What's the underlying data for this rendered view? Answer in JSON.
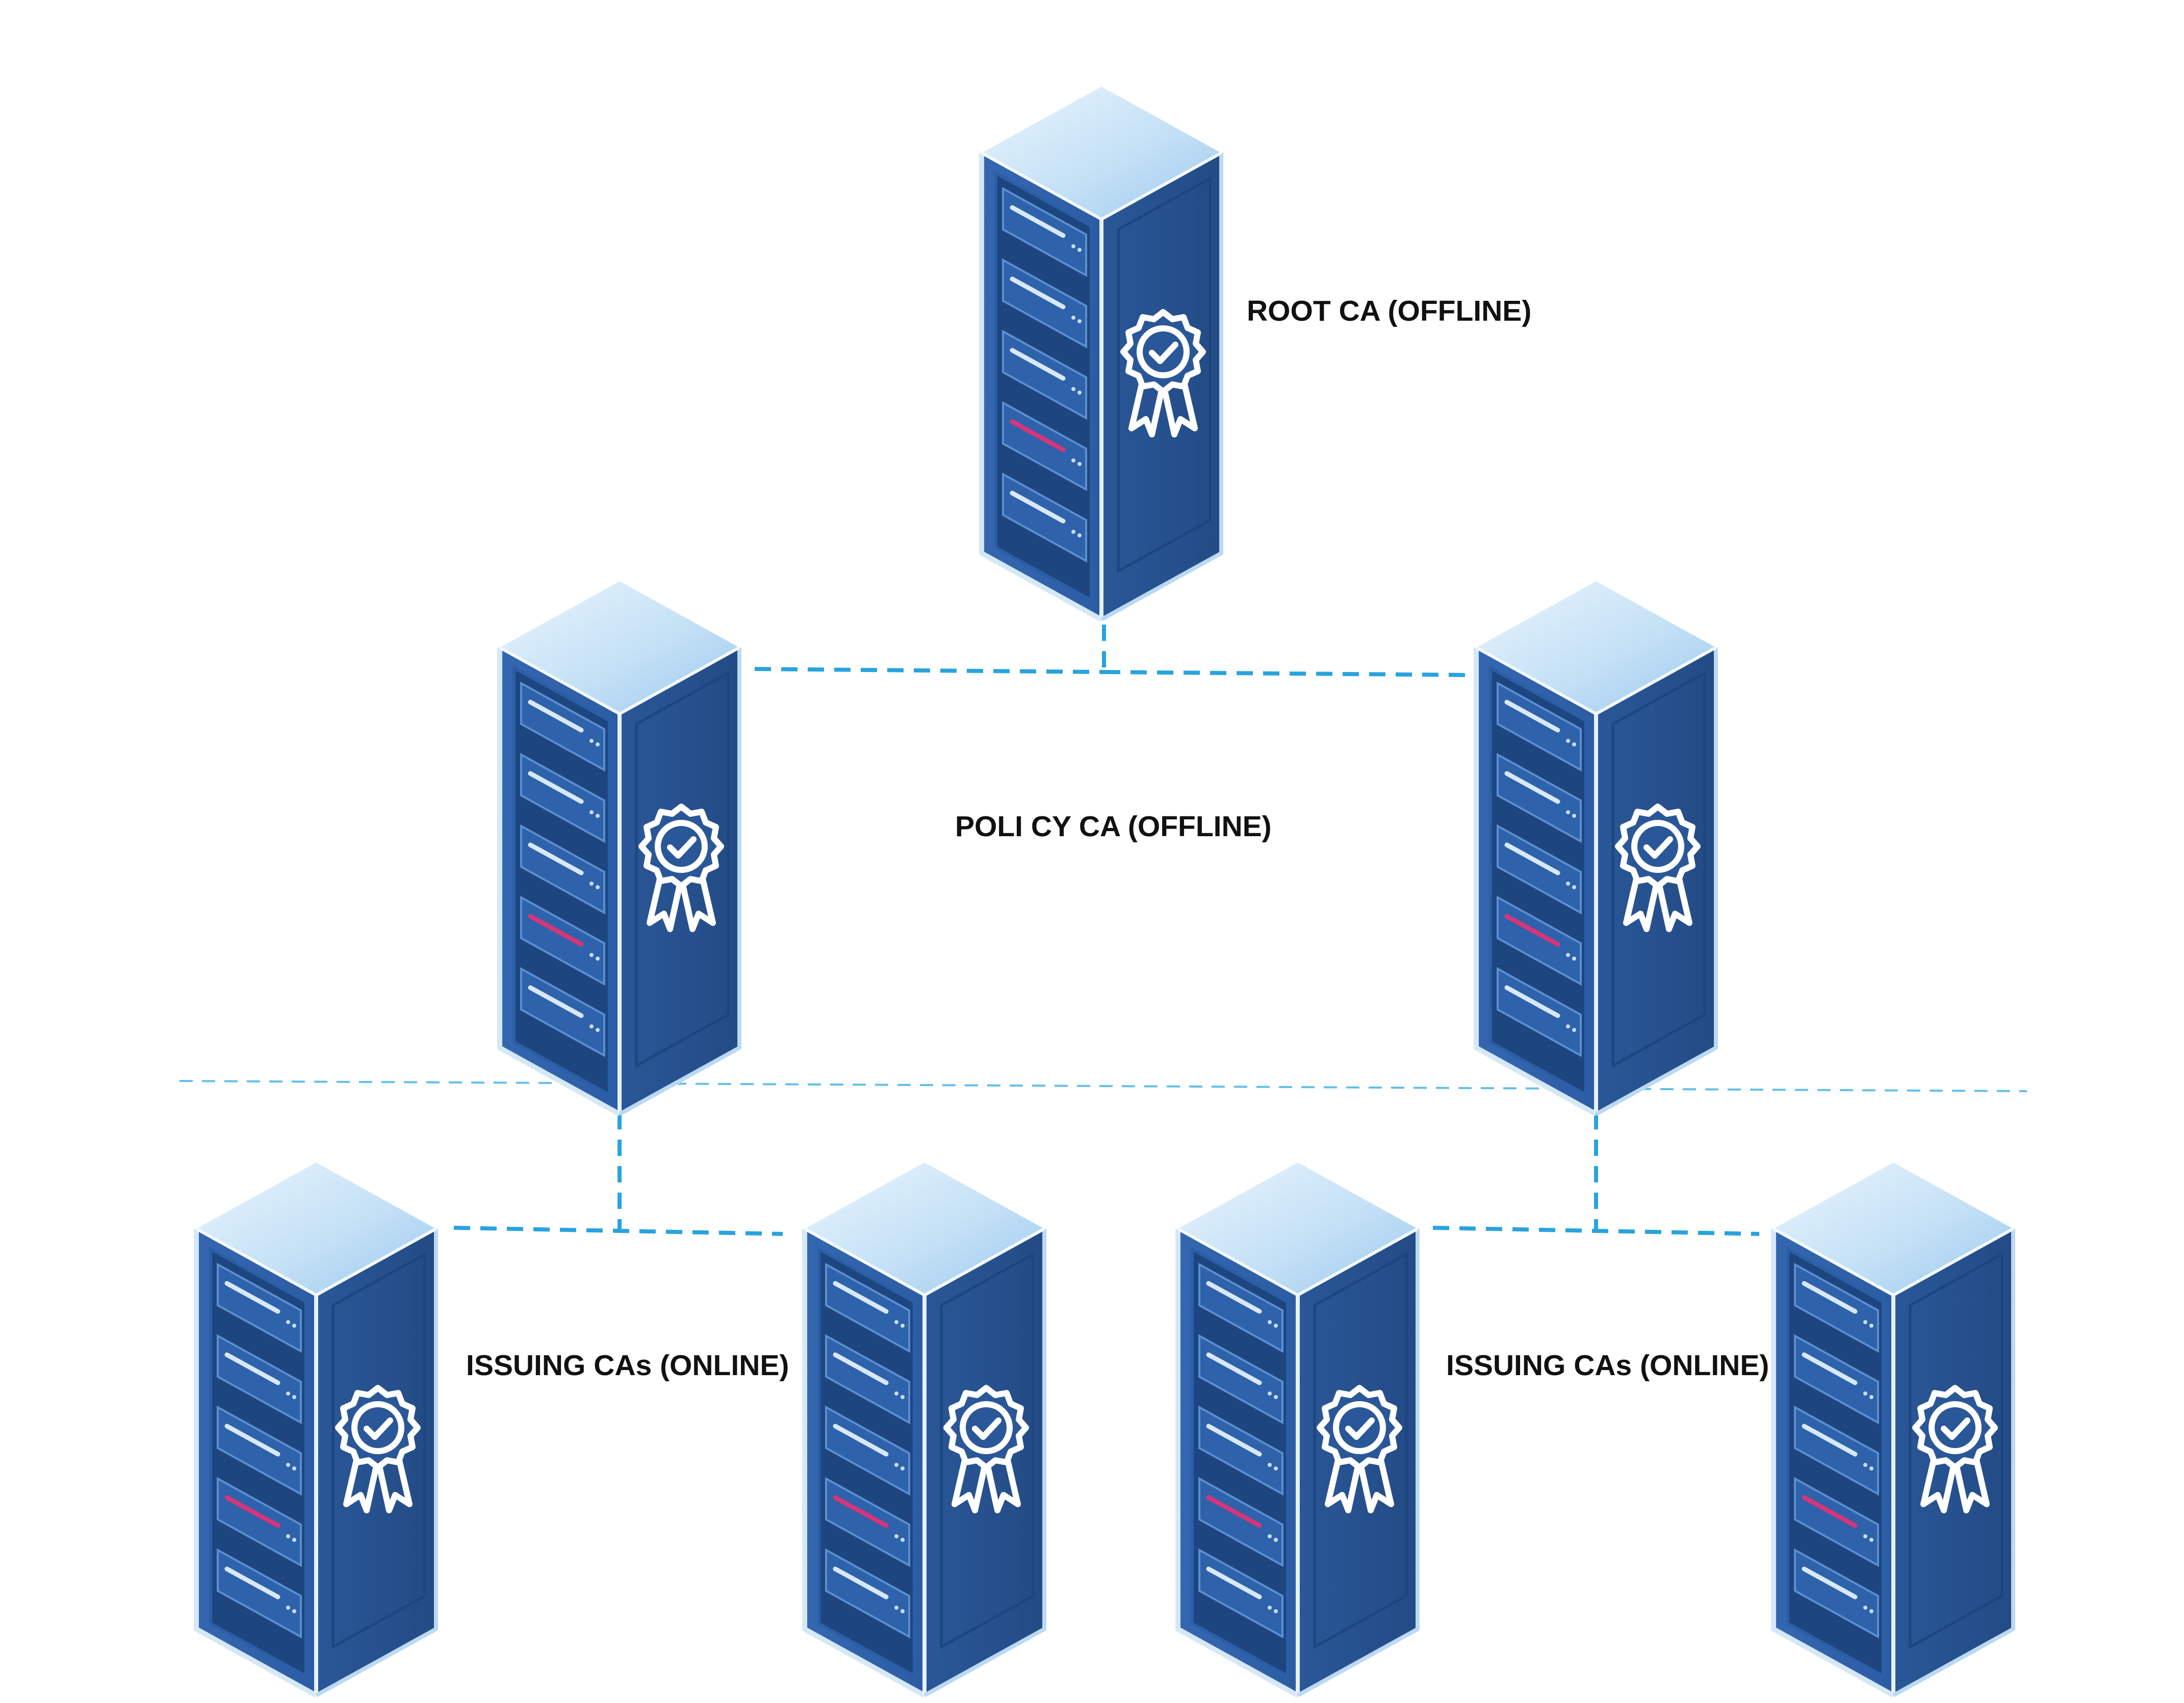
{
  "labels": {
    "root": "ROOT CA (OFFLINE)",
    "policy": "POLI CY CA (OFFLINE)",
    "issuing_left": "ISSUING CAs (ONLINE)",
    "issuing_right": "ISSUING CAs (ONLINE)"
  },
  "servers": [
    {
      "id": "root-ca",
      "tier": "root"
    },
    {
      "id": "policy-ca-left",
      "tier": "policy"
    },
    {
      "id": "policy-ca-right",
      "tier": "policy"
    },
    {
      "id": "issuing-ca-1",
      "tier": "issuing"
    },
    {
      "id": "issuing-ca-2",
      "tier": "issuing"
    },
    {
      "id": "issuing-ca-3",
      "tier": "issuing"
    },
    {
      "id": "issuing-ca-4",
      "tier": "issuing"
    }
  ],
  "icons": {
    "server": "server-rack-icon",
    "badge": "certificate-badge-icon"
  },
  "colors": {
    "connector": "#29a3de",
    "divider": "#61bfe8",
    "server_front": "#2d5ea7",
    "server_side": "#24528f",
    "server_top": "#cfe5f7",
    "led_accent": "#d6357a"
  }
}
